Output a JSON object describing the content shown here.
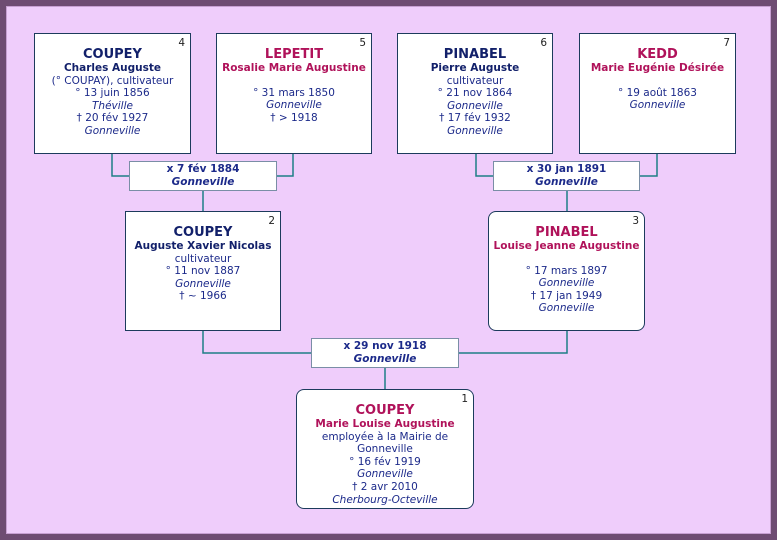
{
  "colors": {
    "frame": "#6e4c72",
    "background": "#efcdfb",
    "connector": "#1e7f86",
    "male": "#12206a",
    "female": "#b0125a"
  },
  "persons": {
    "p4": {
      "num": "4",
      "surname": "COUPEY",
      "given": "Charles Auguste",
      "line1": "(° COUPAY), cultivateur",
      "birth": "° 13 juin 1856",
      "birth_place": "Théville",
      "death": "† 20 fév 1927",
      "death_place": "Gonneville"
    },
    "p5": {
      "num": "5",
      "surname": "LEPETIT",
      "given": "Rosalie Marie Augustine",
      "birth": "° 31 mars 1850",
      "birth_place": "Gonneville",
      "death": "† > 1918"
    },
    "p6": {
      "num": "6",
      "surname": "PINABEL",
      "given": "Pierre Auguste",
      "line1": "cultivateur",
      "birth": "° 21 nov 1864",
      "birth_place": "Gonneville",
      "death": "† 17 fév 1932",
      "death_place": "Gonneville"
    },
    "p7": {
      "num": "7",
      "surname": "KEDD",
      "given": "Marie Eugénie Désirée",
      "birth": "° 19 août 1863",
      "birth_place": "Gonneville"
    },
    "p2": {
      "num": "2",
      "surname": "COUPEY",
      "given": "Auguste Xavier Nicolas",
      "line1": "cultivateur",
      "birth": "° 11 nov 1887",
      "birth_place": "Gonneville",
      "death": "† ~ 1966"
    },
    "p3": {
      "num": "3",
      "surname": "PINABEL",
      "given": "Louise Jeanne Augustine",
      "birth": "° 17 mars 1897",
      "birth_place": "Gonneville",
      "death": "† 17 jan 1949",
      "death_place": "Gonneville"
    },
    "p1": {
      "num": "1",
      "surname": "COUPEY",
      "given": "Marie Louise Augustine",
      "line1": "employée à la Mairie de Gonneville",
      "birth": "° 16 fév 1919",
      "birth_place": "Gonneville",
      "death": "† 2 avr 2010",
      "death_place": "Cherbourg-Octeville"
    }
  },
  "marriages": {
    "m45": {
      "date": "x 7 fév 1884",
      "place": "Gonneville"
    },
    "m67": {
      "date": "x 30 jan 1891",
      "place": "Gonneville"
    },
    "m23": {
      "date": "x 29 nov 1918",
      "place": "Gonneville"
    }
  }
}
